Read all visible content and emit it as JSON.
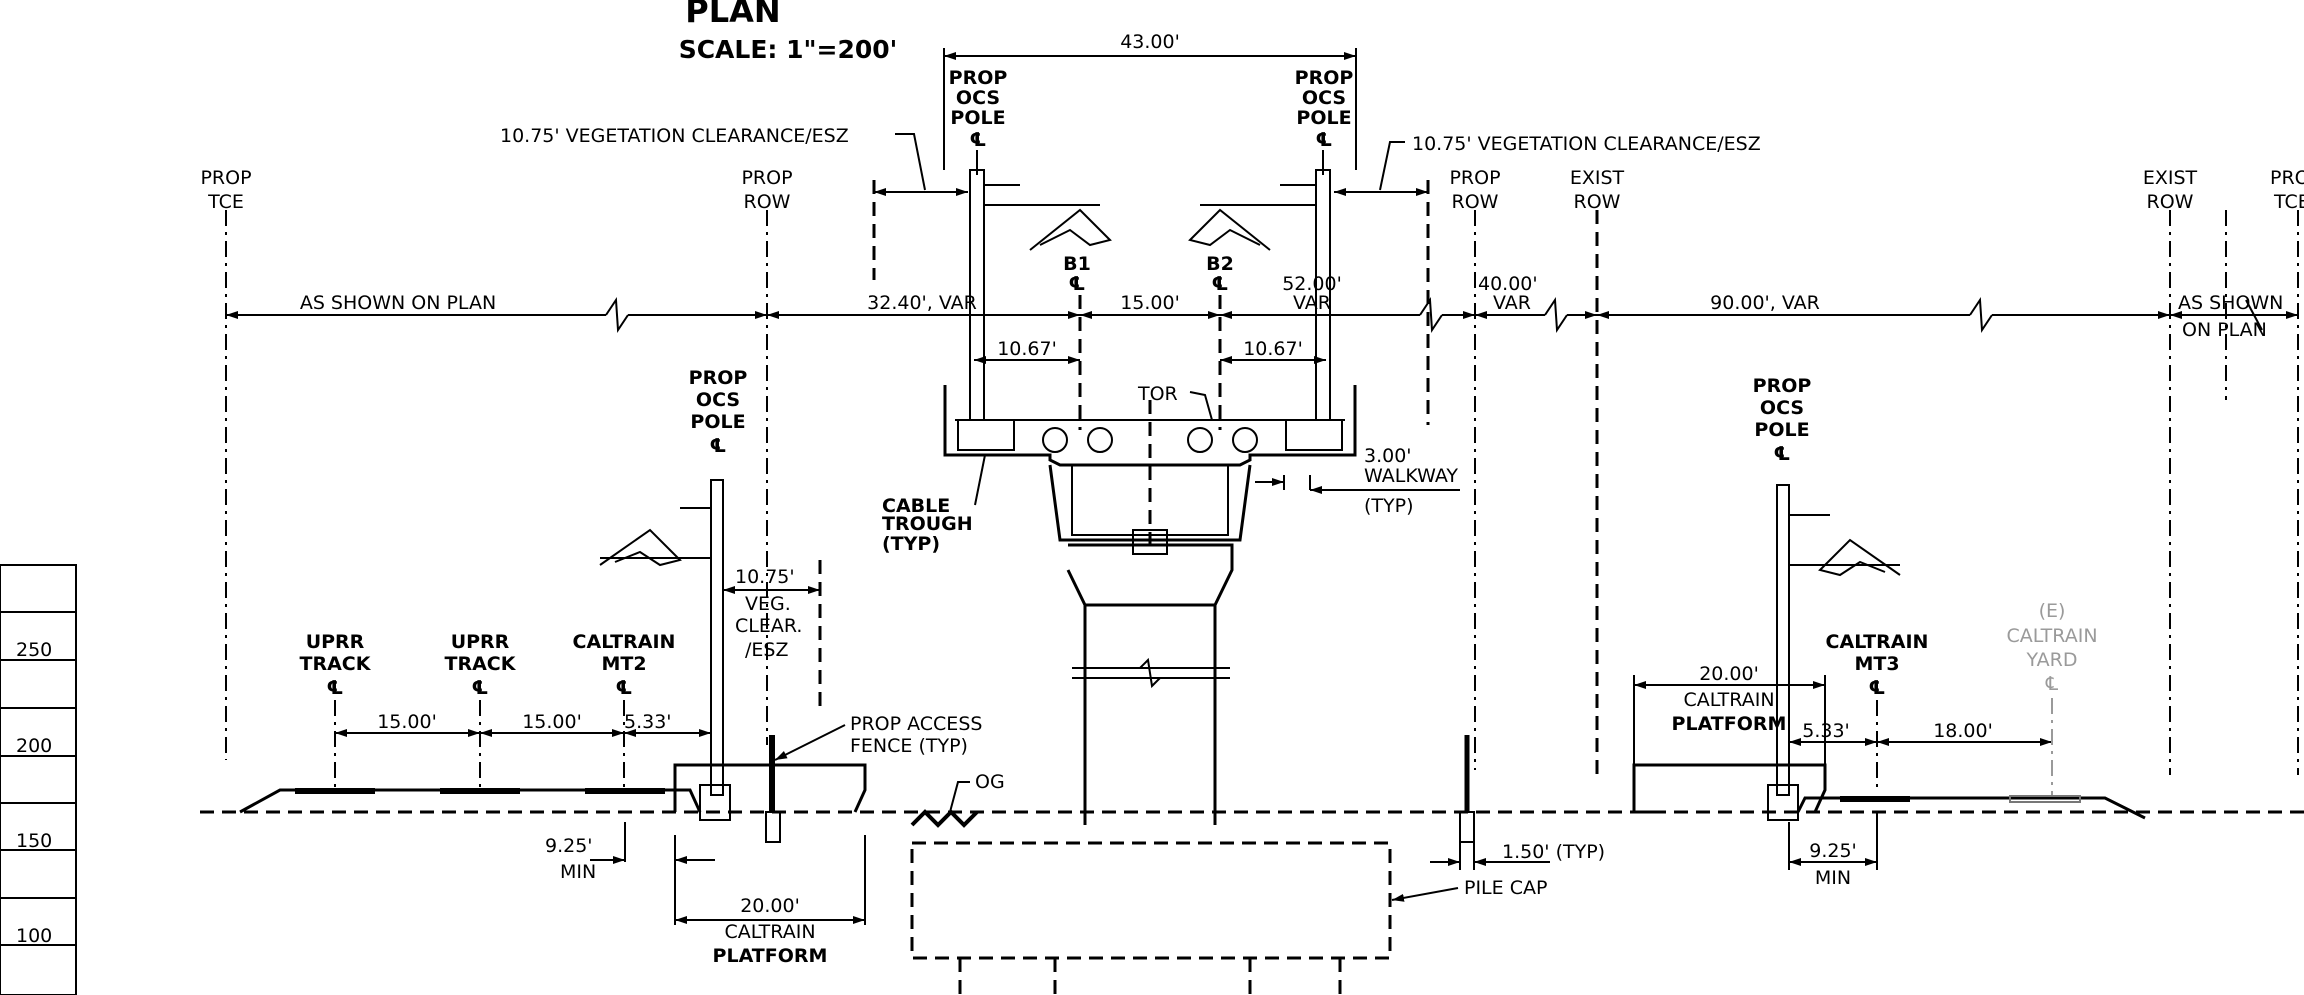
{
  "title": "PLAN",
  "scale": "SCALE: 1\"=200'",
  "dims": {
    "d43": "43.00'",
    "veg_left": "10.75' VEGETATION CLEARANCE/ESZ",
    "veg_right": "10.75' VEGETATION CLEARANCE/ESZ",
    "as_shown": "AS SHOWN ON PLAN",
    "d3240": "32.40', VAR",
    "d15": "15.00'",
    "d52": "52.00'",
    "var": "VAR",
    "d40": "40.00'",
    "var2": "VAR",
    "d90": "90.00', VAR",
    "as_shown_r1": "AS SHOWN",
    "as_shown_r2": "ON PLAN",
    "d1067a": "10.67'",
    "d1067b": "10.67'",
    "walk1": "3.00'",
    "walk2": "WALKWAY",
    "walk3": "(TYP)",
    "d1075": "10.75'",
    "veg1": "VEG.",
    "veg2": "CLEAR.",
    "veg3": "/ESZ",
    "t15a": "15.00'",
    "t15b": "15.00'",
    "t533a": "5.33'",
    "t925a": "9.25'",
    "min_a": "MIN",
    "p20a": "20.00'",
    "p20a_1": "CALTRAIN",
    "p20a_2": "PLATFORM",
    "pile1": "1.50' (TYP)",
    "pile2": "PILE CAP",
    "p20b": "20.00'",
    "p20b_1": "CALTRAIN",
    "p20b_2": "PLATFORM",
    "t533b": "5.33'",
    "t18": "18.00'",
    "t925b": "9.25'",
    "min_b": "MIN"
  },
  "labels": {
    "prop": "PROP",
    "ocs": "OCS",
    "pole": "POLE",
    "cl": "℄",
    "tce": "TCE",
    "row": "ROW",
    "exist": "EXIST",
    "b1": "B1",
    "b2": "B2",
    "tor": "TOR",
    "cable1": "CABLE",
    "cable2": "TROUGH",
    "cable3": "(TYP)",
    "uprr": "UPRR",
    "track": "TRACK",
    "caltrain": "CALTRAIN",
    "mt2": "MT2",
    "mt3": "MT3",
    "access1": "PROP ACCESS",
    "access2": "FENCE (TYP)",
    "og": "OG",
    "e": "(E)",
    "yard": "YARD"
  },
  "elevation_scale": [
    "250",
    "200",
    "150",
    "100"
  ]
}
